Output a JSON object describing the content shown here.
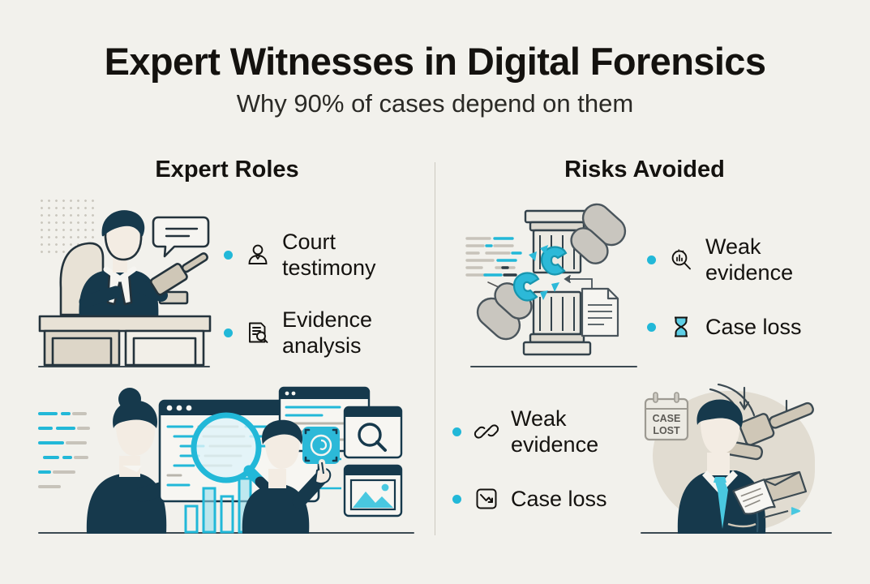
{
  "header": {
    "title": "Expert Witnesses in Digital Forensics",
    "subtitle": "Why 90% of cases depend on them"
  },
  "columns": {
    "left_heading": "Expert Roles",
    "right_heading": "Risks Avoided"
  },
  "lists": {
    "expert_roles": [
      {
        "icon": "person-icon",
        "label": "Court testimony"
      },
      {
        "icon": "document-magnifier-icon",
        "label": "Evidence analysis"
      }
    ],
    "risks_top": [
      {
        "icon": "magnifier-chart-icon",
        "label": "Weak evidence"
      },
      {
        "icon": "hourglass-icon",
        "label": "Case loss"
      }
    ],
    "risks_bottom": [
      {
        "icon": "broken-chain-icon",
        "label": "Weak evidence"
      },
      {
        "icon": "declining-chart-icon",
        "label": "Case loss"
      }
    ]
  },
  "illustrations": {
    "judge": {
      "name": "judge-at-bench-illustration",
      "caption": ""
    },
    "analysts": {
      "name": "forensic-analysts-illustration",
      "caption": ""
    },
    "broken_chain": {
      "name": "broken-chain-of-custody-illustration",
      "caption": ""
    },
    "case_lost": {
      "name": "defeated-lawyer-illustration",
      "calendar_line1": "CASE",
      "calendar_line2": "LOST"
    }
  },
  "colors": {
    "background": "#f2f1ec",
    "accent_cyan": "#22b8d8",
    "ink_navy": "#16394c",
    "text_dark": "#14120f",
    "rule_grey": "#ccc9c0",
    "beige": "#ded8cd"
  }
}
